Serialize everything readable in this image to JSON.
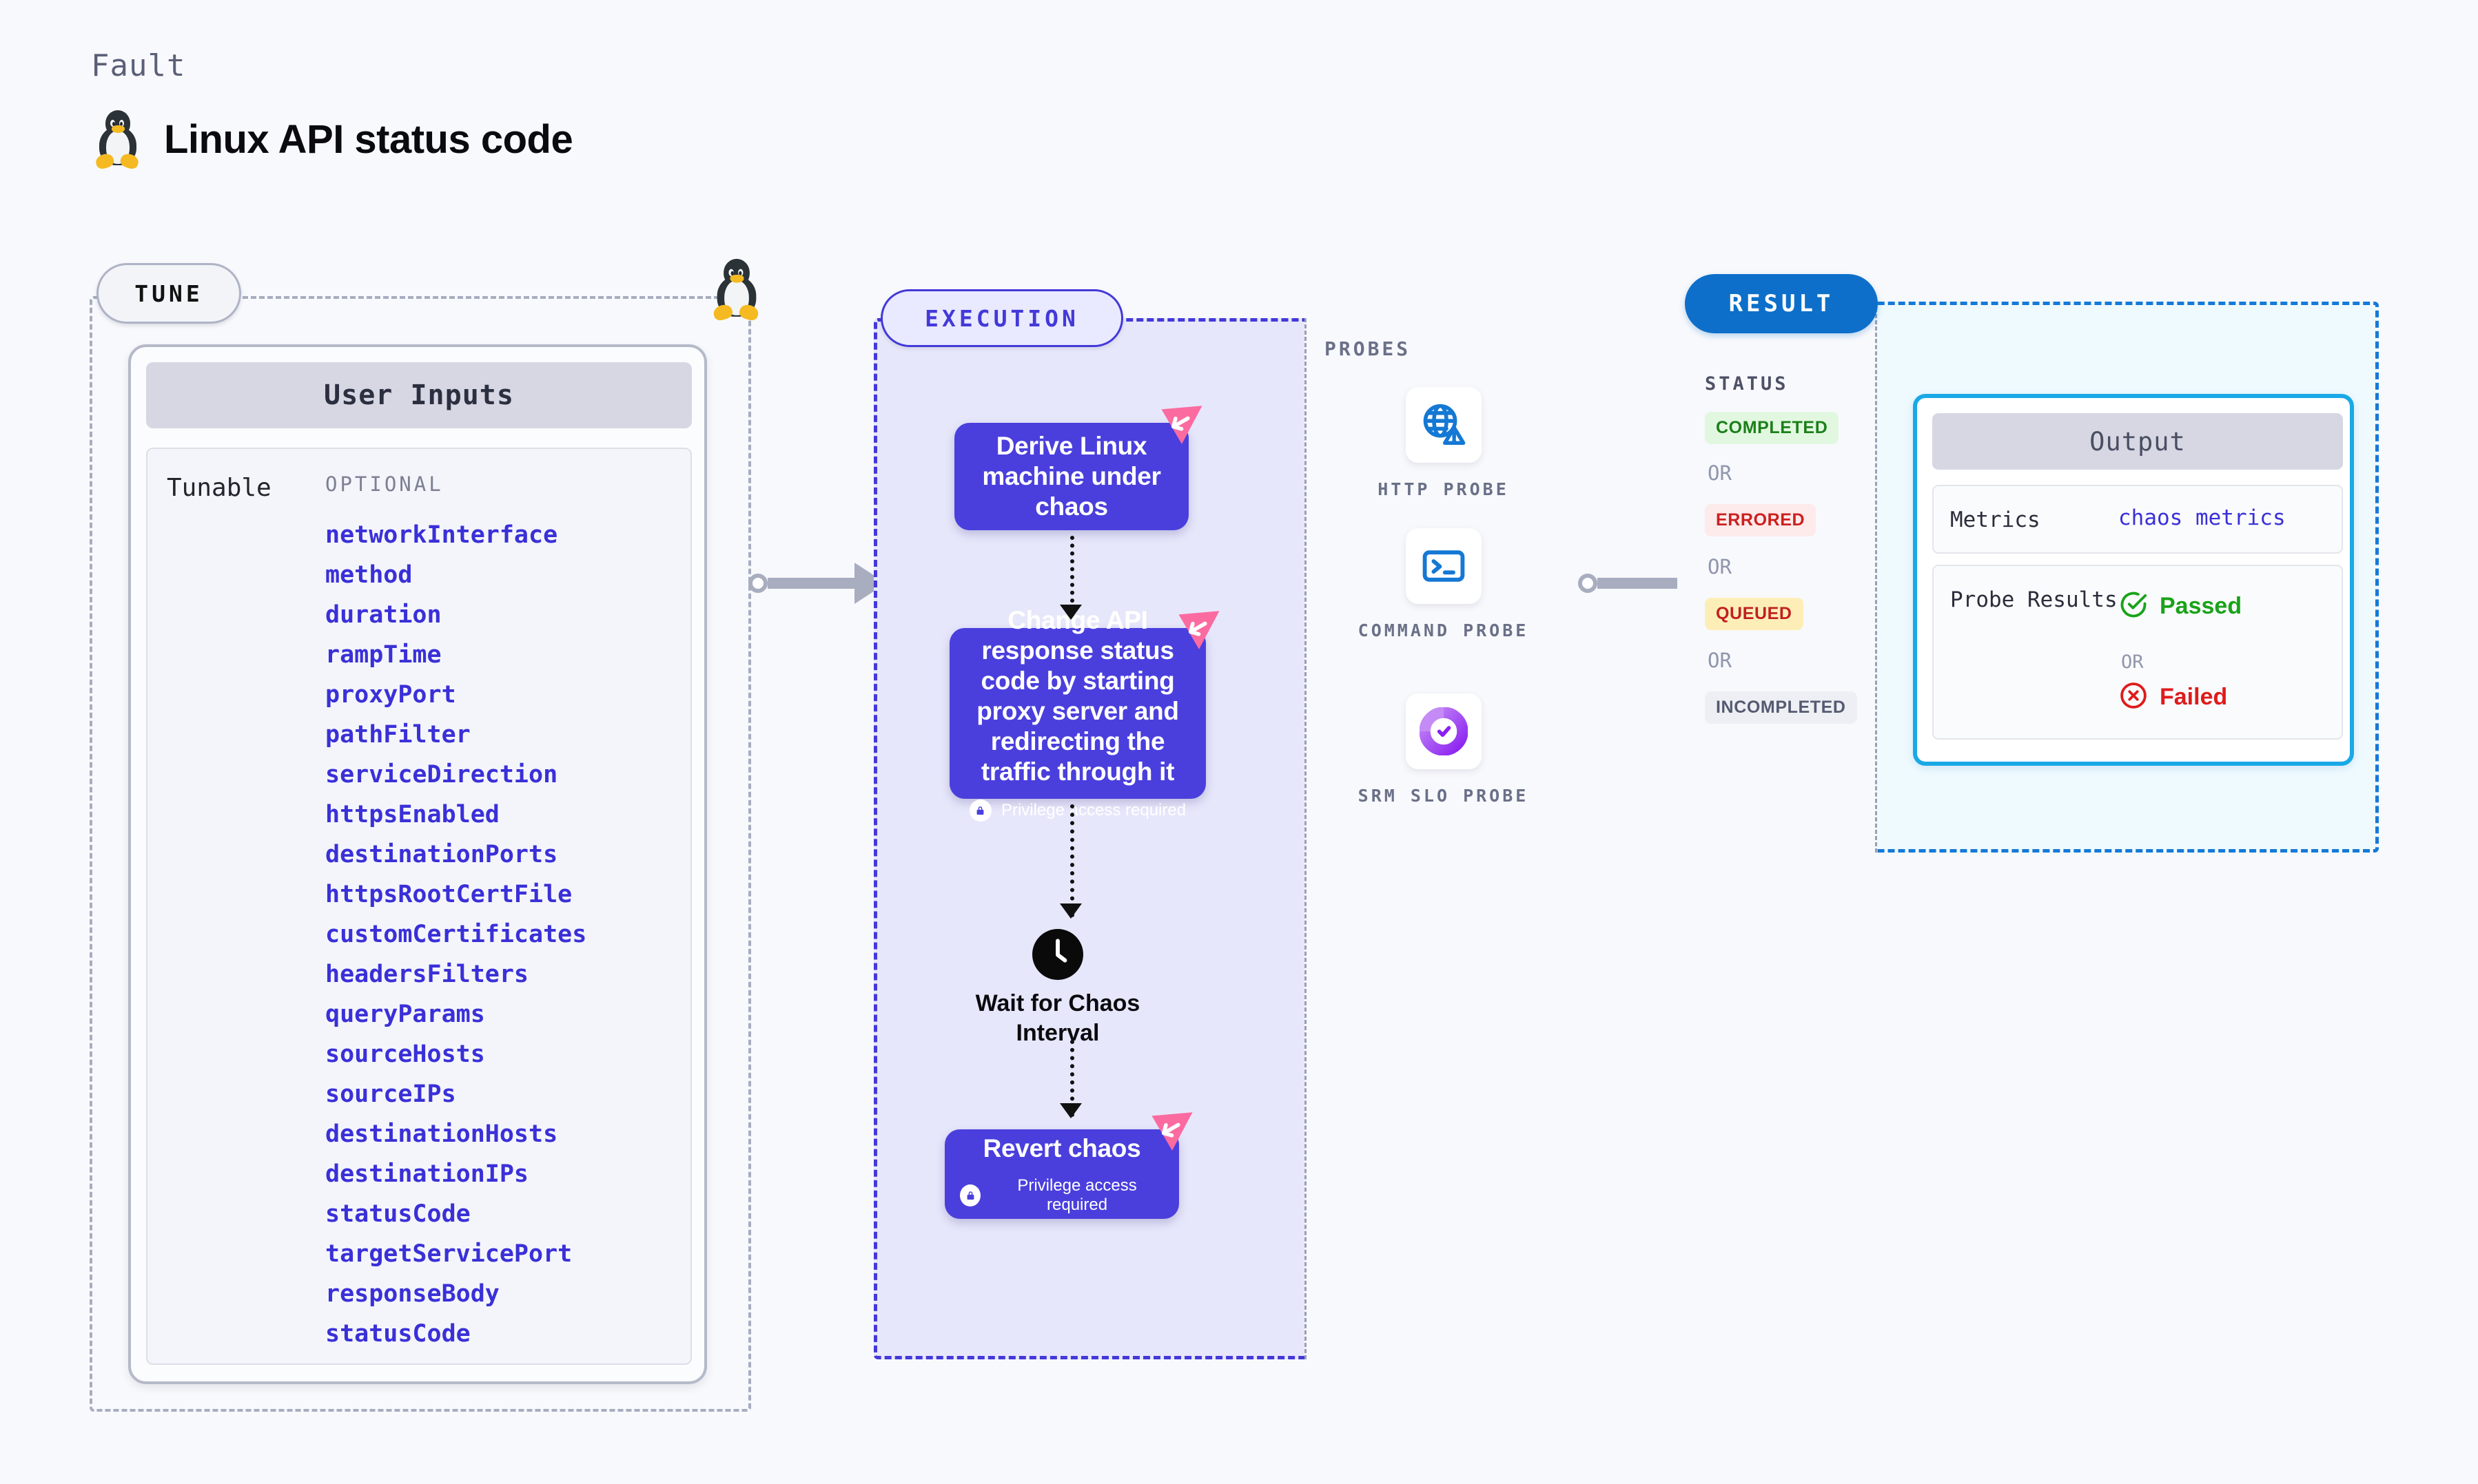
{
  "header": {
    "kicker": "Fault",
    "title": "Linux API status code",
    "os_icon": "linux-penguin-icon"
  },
  "tune": {
    "pill_label": "TUNE",
    "card_header": "User Inputs",
    "group_label": "Tunable",
    "requirement_label": "OPTIONAL",
    "params": [
      "networkInterface",
      "method",
      "duration",
      "rampTime",
      "proxyPort",
      "pathFilter",
      "serviceDirection",
      "httpsEnabled",
      "destinationPorts",
      "httpsRootCertFile",
      "customCertificates",
      "headersFilters",
      "queryParams",
      "sourceHosts",
      "sourceIPs",
      "destinationHosts",
      "destinationIPs",
      "statusCode",
      "targetServicePort",
      "responseBody",
      "statusCode"
    ]
  },
  "execution": {
    "pill_label": "EXECUTION",
    "nodes": [
      {
        "title": "Derive Linux machine under chaos",
        "privilege": null
      },
      {
        "title": "Change API response status code by starting proxy server and redirecting the traffic through it",
        "privilege": "Privilege access required"
      },
      {
        "title": "Revert chaos",
        "privilege": "Privilege access required"
      }
    ],
    "wait_step": {
      "label": "Wait for Chaos Interval",
      "icon": "clock-icon"
    },
    "probes": {
      "title": "PROBES",
      "items": [
        {
          "name": "HTTP PROBE",
          "icon": "globe-warning-icon"
        },
        {
          "name": "COMMAND PROBE",
          "icon": "terminal-icon"
        },
        {
          "name": "SRM SLO PROBE",
          "icon": "slo-donut-icon"
        }
      ]
    }
  },
  "result": {
    "pill_label": "RESULT",
    "status_title": "STATUS",
    "or_label": "OR",
    "statuses": [
      {
        "label": "COMPLETED",
        "color": "#1a8019",
        "bg": "#e2f7e0"
      },
      {
        "label": "ERRORED",
        "color": "#cc1f1f",
        "bg": "#fdeaea"
      },
      {
        "label": "QUEUED",
        "color": "#c02020",
        "bg": "#fdeeb8"
      },
      {
        "label": "INCOMPLETED",
        "color": "#545a70",
        "bg": "#eeeff4"
      }
    ],
    "output": {
      "header": "Output",
      "metrics_key": "Metrics",
      "metrics_value": "chaos metrics",
      "probe_results_key": "Probe Results",
      "passed_label": "Passed",
      "failed_label": "Failed",
      "or_label": "OR"
    }
  },
  "colors": {
    "accent_purple": "#4a3fdd",
    "accent_blue": "#0d6fc9",
    "cyan": "#19a9e6",
    "param_blue": "#3a30d8",
    "pink_badge": "#fb6ba0"
  }
}
